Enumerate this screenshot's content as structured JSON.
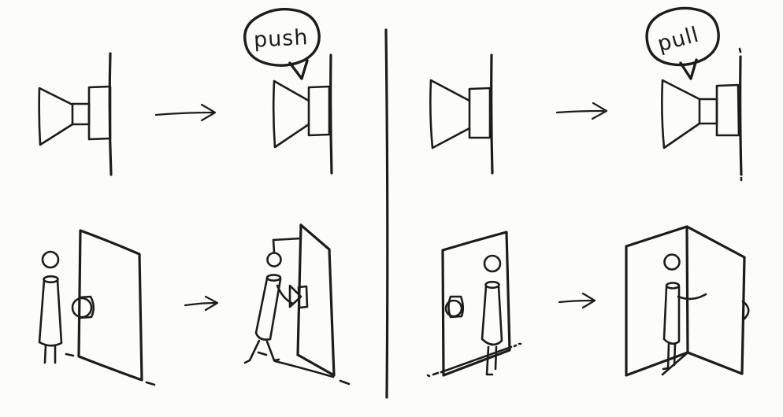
{
  "colors": {
    "background": "#fcfcfa",
    "ink": "#1c1c1c"
  },
  "left_panel": {
    "bubble_text": "push",
    "top_row": {
      "before_handle": "handle-with-neck",
      "after_handle": "flush-push-plate"
    },
    "bottom_row": {
      "before_scene": "person-facing-closed-door-with-knob",
      "after_scene": "person-pushing-door-open"
    }
  },
  "right_panel": {
    "bubble_text": "pull",
    "top_row": {
      "before_handle": "flush-push-plate",
      "after_handle": "handle-with-neck"
    },
    "bottom_row": {
      "before_scene": "person-behind-closed-door-with-knob",
      "after_scene": "person-pulling-door-open"
    }
  }
}
